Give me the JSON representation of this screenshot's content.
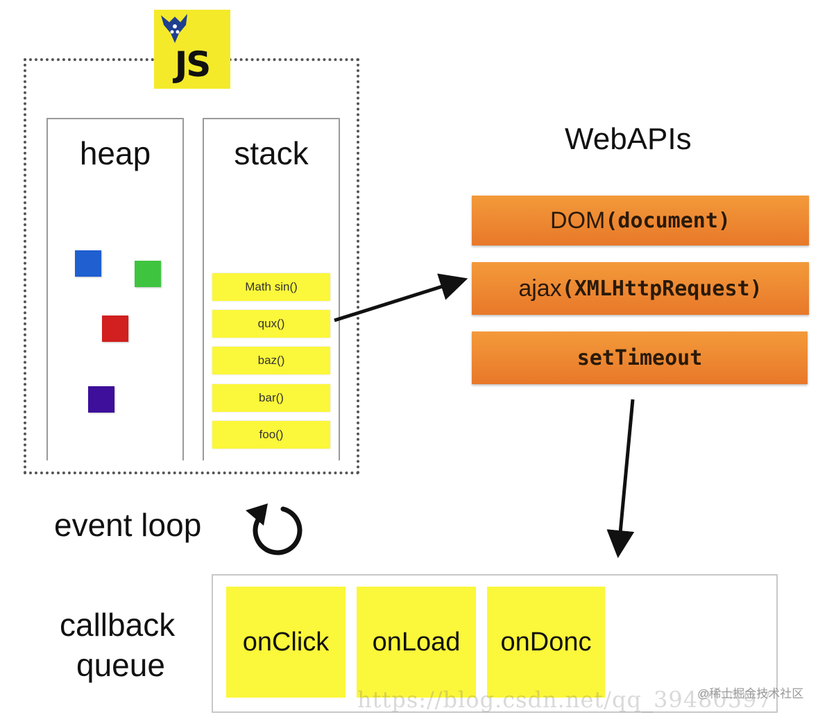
{
  "js_logo": {
    "text": "JS"
  },
  "heap": {
    "title": "heap",
    "objects": [
      {
        "name": "blue-object",
        "color": "#1f5fd0"
      },
      {
        "name": "green-object",
        "color": "#3fc43f"
      },
      {
        "name": "red-object",
        "color": "#d21f1f"
      },
      {
        "name": "purple-object",
        "color": "#3d0f9a"
      }
    ]
  },
  "stack": {
    "title": "stack",
    "frames": [
      "Math sin()",
      "qux()",
      "baz()",
      "bar()",
      "foo()"
    ]
  },
  "webapis": {
    "title": "WebAPIs",
    "items": [
      {
        "plain": "DOM ",
        "mono": "(document)"
      },
      {
        "plain": "ajax ",
        "mono": "(XMLHttpRequest)"
      },
      {
        "plain": "",
        "mono": "setTimeout"
      }
    ],
    "color": "#ee8a33"
  },
  "event_loop": {
    "label": "event loop",
    "icon": "loop-arrow-icon"
  },
  "callback_queue": {
    "label_line1": "callback",
    "label_line2": "queue",
    "items": [
      "onClick",
      "onLoad",
      "onDonc"
    ],
    "color": "#fbf73a"
  },
  "watermarks": {
    "url": "https://blog.csdn.net/qq_39480597",
    "community": "@稀土掘金技术社区"
  }
}
